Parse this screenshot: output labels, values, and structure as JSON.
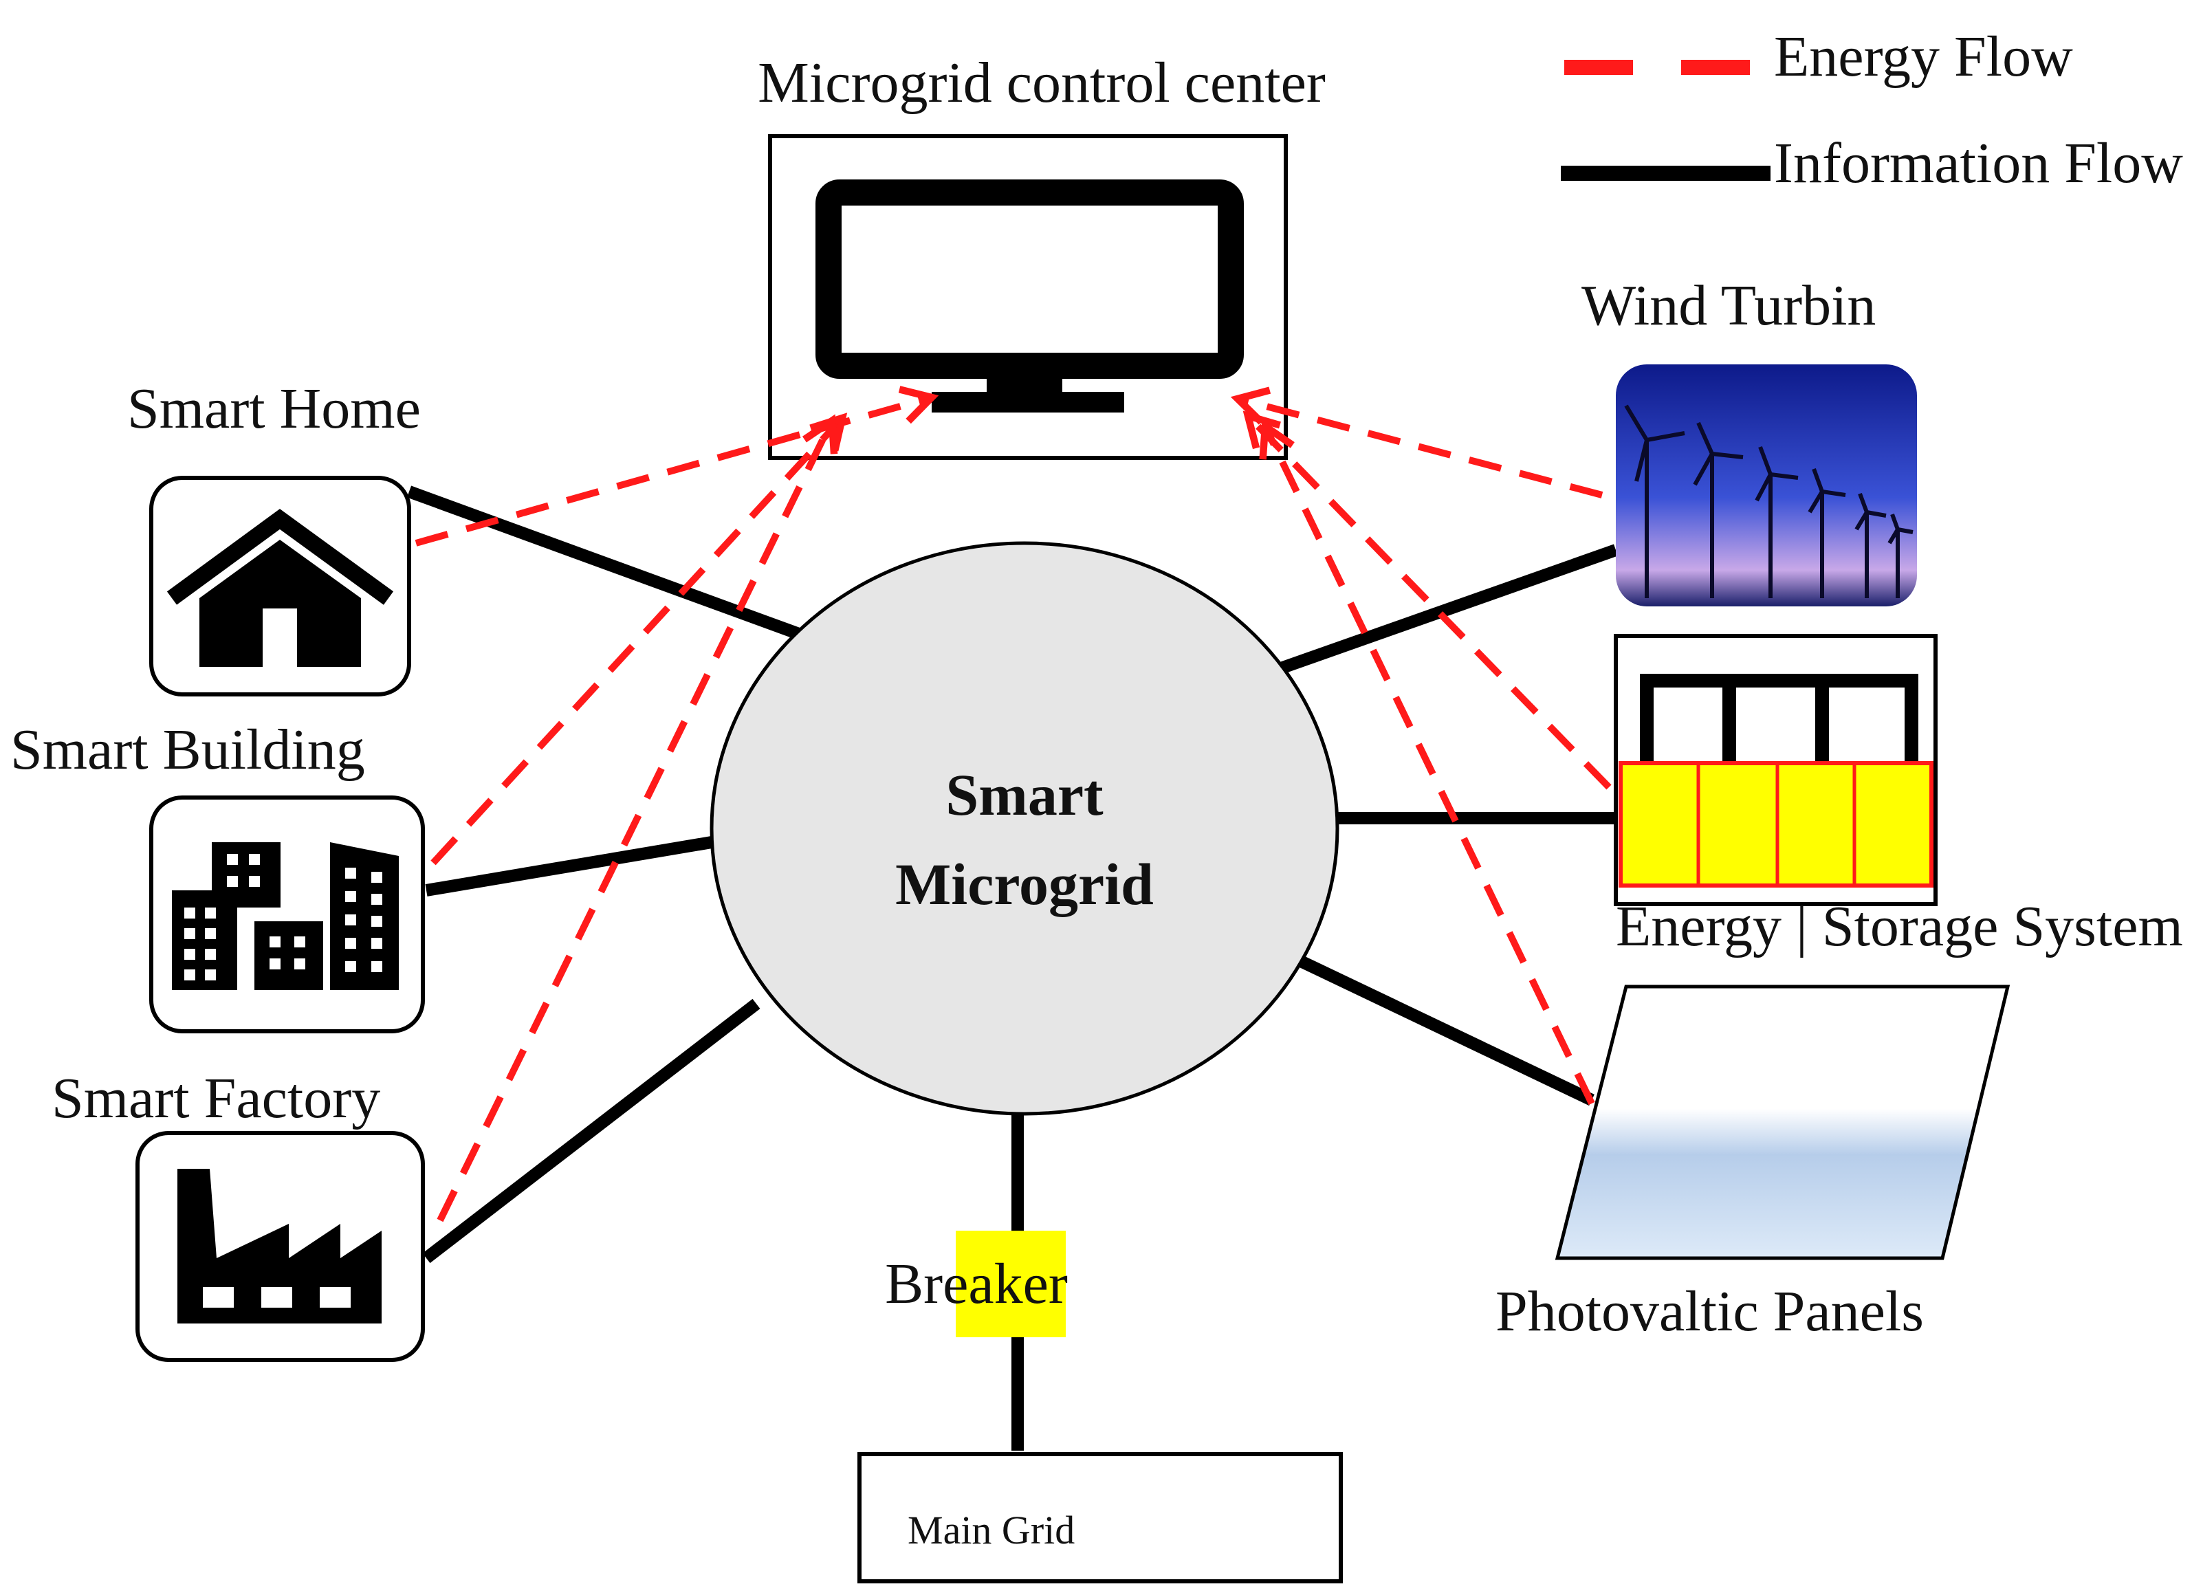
{
  "title": "Microgrid control center",
  "legend": {
    "energy_flow": "Energy Flow",
    "information_flow": "Information Flow"
  },
  "nodes": {
    "center_line1": "Smart",
    "center_line2": "Microgrid",
    "smart_home": "Smart Home",
    "smart_building": "Smart Building",
    "smart_factory": "Smart Factory",
    "wind_turbine": "Wind Turbin",
    "storage": "Energy | Storage System",
    "pv": "Photovaltic Panels",
    "breaker": "Breaker",
    "main_grid": "Main Grid"
  },
  "colors": {
    "energy_flow": "#ff1a1a",
    "information_flow": "#000000",
    "microgrid_fill": "#e6e6e6",
    "storage_fill": "#ffff00",
    "storage_divider": "#ff1a1a",
    "breaker_fill": "#ffff00"
  },
  "icons": {
    "control_center": "monitor-icon",
    "smart_home": "house-icon",
    "smart_building": "buildings-icon",
    "smart_factory": "factory-icon",
    "wind_turbine": "wind-turbines-photo",
    "storage": "battery-icon",
    "pv": "solar-panel-icon"
  }
}
